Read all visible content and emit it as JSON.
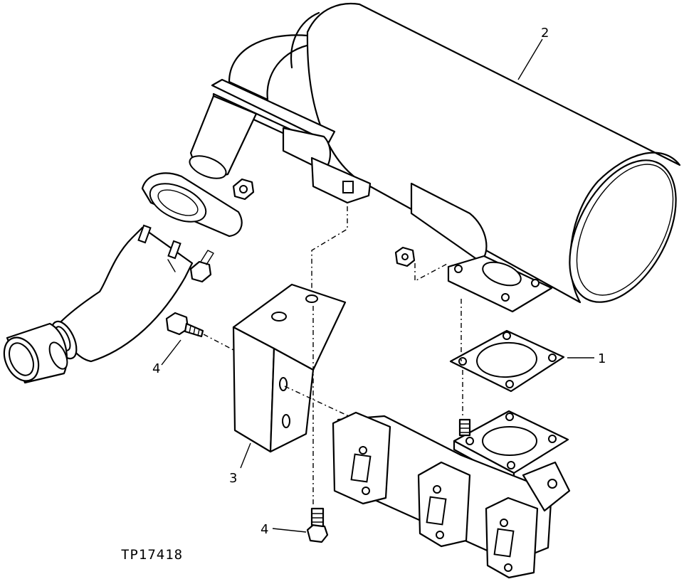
{
  "callouts": {
    "c1": "1",
    "c2": "2",
    "c3": "3",
    "c4a": "4",
    "c4b": "4"
  },
  "figure_id": "TP17418",
  "colors": {
    "ink": "#000000",
    "paper": "#ffffff"
  }
}
